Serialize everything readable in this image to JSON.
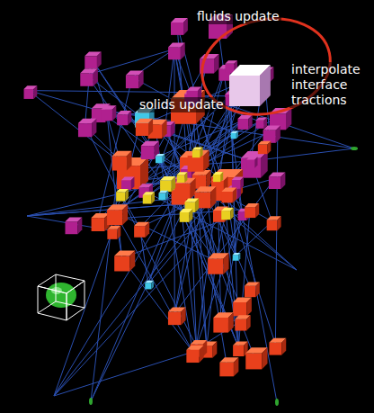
{
  "diagram": {
    "labels": [
      "fluids update",
      "interpolate interface tractions",
      "solids update"
    ]
  }
}
